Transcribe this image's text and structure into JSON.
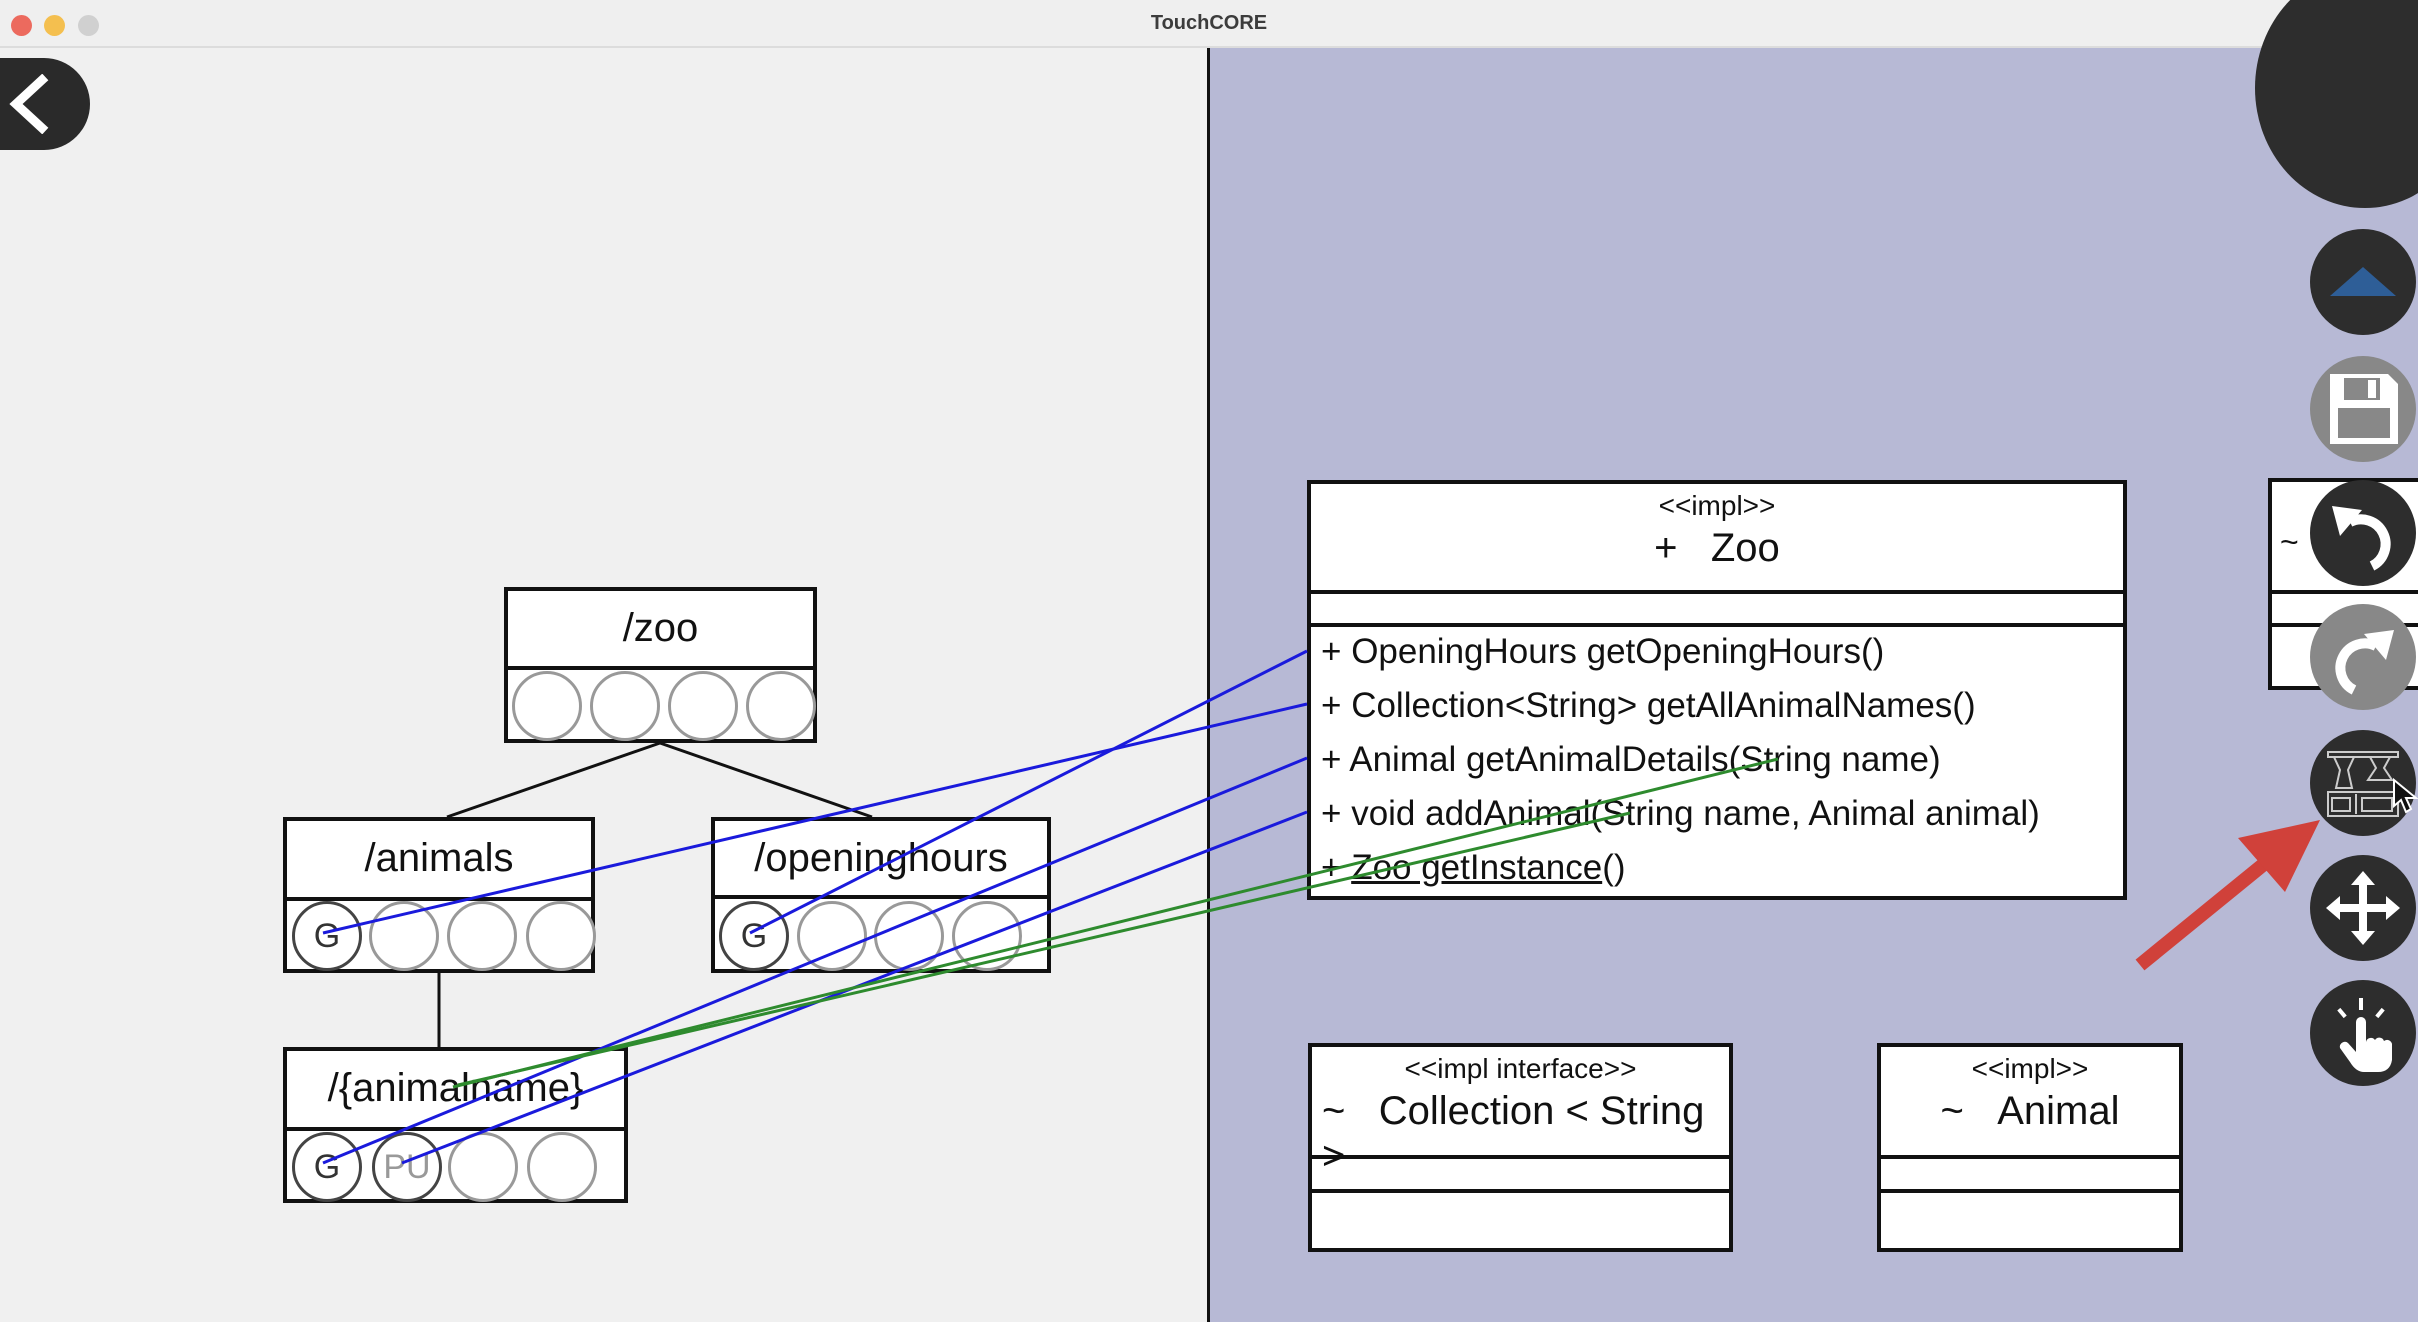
{
  "window": {
    "title": "TouchCORE",
    "traffic_lights": [
      {
        "name": "close",
        "color": "#ec6a5e"
      },
      {
        "name": "minimize",
        "color": "#f4bf4f"
      },
      {
        "name": "maximize",
        "color": "#d0d0d0"
      }
    ]
  },
  "colors": {
    "left_background": "#f0f0f0",
    "right_background": "#b7b9d5",
    "mapping_blue": "#1a1adc",
    "mapping_green": "#2e8b2e",
    "annotation_arrow": "#d0413a",
    "button_dark": "#2d2d2d",
    "button_disabled": "#888888",
    "up_arrow_blue": "#2e5e97"
  },
  "rest_tree": {
    "resources": [
      {
        "id": "zoo",
        "path": "/zoo",
        "methods": [
          "",
          "",
          "",
          ""
        ]
      },
      {
        "id": "animals",
        "path": "/animals",
        "methods": [
          "G",
          "",
          "",
          ""
        ]
      },
      {
        "id": "openinghours",
        "path": "/openinghours",
        "methods": [
          "G",
          "",
          "",
          ""
        ]
      },
      {
        "id": "animalname",
        "path": "/{animalname}",
        "methods": [
          "G",
          "PU",
          "",
          ""
        ]
      }
    ]
  },
  "class_diagram": {
    "classes": [
      {
        "id": "zoo",
        "stereotype": "<<impl>>",
        "visibility": "+",
        "name": "Zoo",
        "operations": [
          {
            "vis": "+",
            "sig": "OpeningHours getOpeningHours()",
            "static": false
          },
          {
            "vis": "+",
            "sig": "Collection<String> getAllAnimalNames()",
            "static": false
          },
          {
            "vis": "+",
            "sig": "Animal getAnimalDetails(String name)",
            "static": false
          },
          {
            "vis": "+",
            "sig": "void addAnimal(String name, Animal animal)",
            "static": false
          },
          {
            "vis": "+",
            "sig": "Zoo getInstance",
            "suffix": "()",
            "static": true
          }
        ]
      },
      {
        "id": "collection",
        "stereotype": "<<impl interface>>",
        "visibility": "~",
        "name": "Collection < String >"
      },
      {
        "id": "animal",
        "stereotype": "<<impl>>",
        "visibility": "~",
        "name": "Animal"
      },
      {
        "id": "partial",
        "visibility": "~",
        "name": ""
      }
    ]
  },
  "mappings": [
    {
      "from": "/animals G",
      "to": "getAllAnimalNames",
      "type": "blue"
    },
    {
      "from": "/openinghours G",
      "to": "getOpeningHours",
      "type": "blue"
    },
    {
      "from": "/{animalname} G",
      "to": "getAnimalDetails",
      "type": "blue"
    },
    {
      "from": "/{animalname} PU",
      "to": "addAnimal",
      "type": "blue"
    },
    {
      "from": "/{animalname}",
      "to": "getAnimalDetails name param",
      "type": "green"
    },
    {
      "from": "/{animalname}",
      "to": "addAnimal name param",
      "type": "green"
    }
  ],
  "toolbar": {
    "back": {
      "icon": "chevron-left-icon"
    },
    "buttons": [
      {
        "id": "menu",
        "icon": "menu-circle-icon",
        "enabled": true
      },
      {
        "id": "collapse",
        "icon": "triangle-up-icon",
        "enabled": true
      },
      {
        "id": "save",
        "icon": "floppy-disk-icon",
        "enabled": false
      },
      {
        "id": "undo",
        "icon": "undo-icon",
        "enabled": true
      },
      {
        "id": "redo",
        "icon": "redo-icon",
        "enabled": false
      },
      {
        "id": "rest-mapping",
        "icon": "factory-machine-icon",
        "enabled": true
      },
      {
        "id": "move",
        "icon": "move-arrows-icon",
        "enabled": true
      },
      {
        "id": "select",
        "icon": "tap-hand-icon",
        "enabled": true
      }
    ]
  }
}
